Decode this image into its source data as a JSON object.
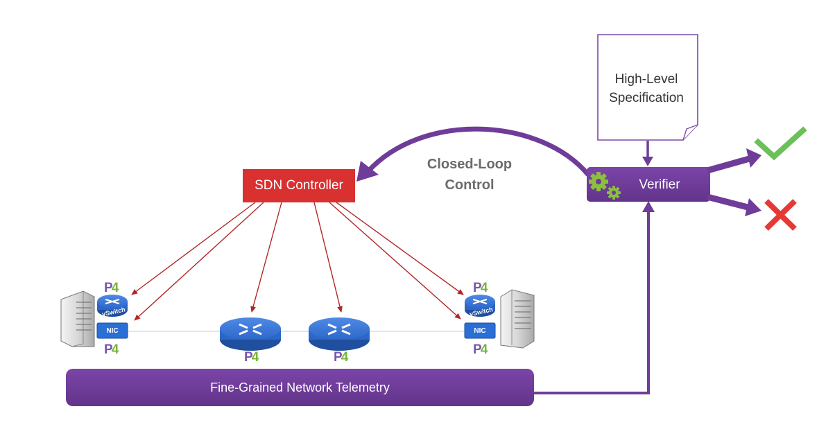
{
  "spec": {
    "line1": "High-Level",
    "line2": "Specification"
  },
  "verifier": {
    "label": "Verifier"
  },
  "sdn_controller": {
    "label": "SDN Controller"
  },
  "loop": {
    "line1": "Closed-Loop",
    "line2": "Control"
  },
  "telemetry": {
    "label": "Fine-Grained Network Telemetry"
  },
  "hosts": [
    {
      "nic_label": "NIC",
      "switch_label": "vSwitch"
    },
    {
      "nic_label": "NIC",
      "switch_label": "vSwitch"
    }
  ],
  "p4_logo": {
    "p": "P",
    "four": "4"
  },
  "outcomes": {
    "pass": "check-mark",
    "fail": "cross-mark"
  },
  "colors": {
    "purple": "#6f3c99",
    "red": "#d93030",
    "arrow_red": "#b32626",
    "router_blue": "#2b66c9",
    "nic_blue": "#2a6fd6",
    "check_green": "#6cc05a",
    "cross_red": "#e53935",
    "gear_green": "#8cbf3f"
  }
}
